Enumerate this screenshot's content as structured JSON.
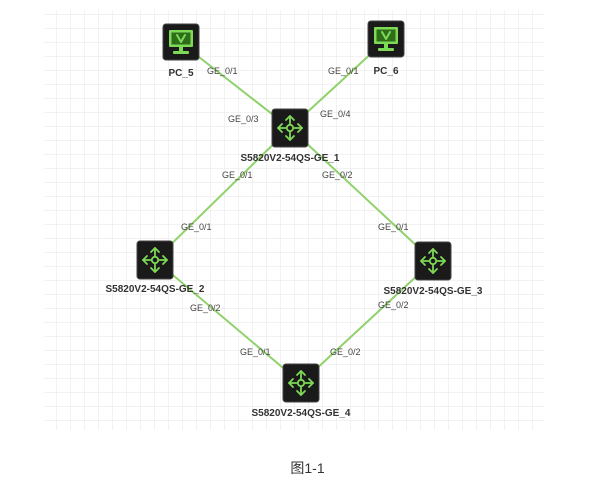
{
  "diagram": {
    "caption": "图1-1",
    "colors": {
      "link": "#8fd16a",
      "device_bg": "#1a1a1a",
      "device_icon": "#7ed957",
      "grid": "#eaeaea"
    },
    "nodes": [
      {
        "id": "pc5",
        "label": "PC_5",
        "type": "pc",
        "icon": "monitor-icon"
      },
      {
        "id": "pc6",
        "label": "PC_6",
        "type": "pc",
        "icon": "monitor-icon"
      },
      {
        "id": "sw1",
        "label": "S5820V2-54QS-GE_1",
        "type": "switch",
        "icon": "switch-arrows-icon"
      },
      {
        "id": "sw2",
        "label": "S5820V2-54QS-GE_2",
        "type": "switch",
        "icon": "switch-arrows-icon"
      },
      {
        "id": "sw3",
        "label": "S5820V2-54QS-GE_3",
        "type": "switch",
        "icon": "switch-arrows-icon"
      },
      {
        "id": "sw4",
        "label": "S5820V2-54QS-GE_4",
        "type": "switch",
        "icon": "switch-arrows-icon"
      }
    ],
    "links": [
      {
        "from": "pc5",
        "from_port": "GE_0/1",
        "to": "sw1",
        "to_port": "GE_0/3"
      },
      {
        "from": "pc6",
        "from_port": "GE_0/1",
        "to": "sw1",
        "to_port": "GE_0/4"
      },
      {
        "from": "sw1",
        "from_port": "GE_0/1",
        "to": "sw2",
        "to_port": "GE_0/1"
      },
      {
        "from": "sw1",
        "from_port": "GE_0/2",
        "to": "sw3",
        "to_port": "GE_0/1"
      },
      {
        "from": "sw2",
        "from_port": "GE_0/2",
        "to": "sw4",
        "to_port": "GE_0/1"
      },
      {
        "from": "sw3",
        "from_port": "GE_0/2",
        "to": "sw4",
        "to_port": "GE_0/2"
      }
    ]
  }
}
